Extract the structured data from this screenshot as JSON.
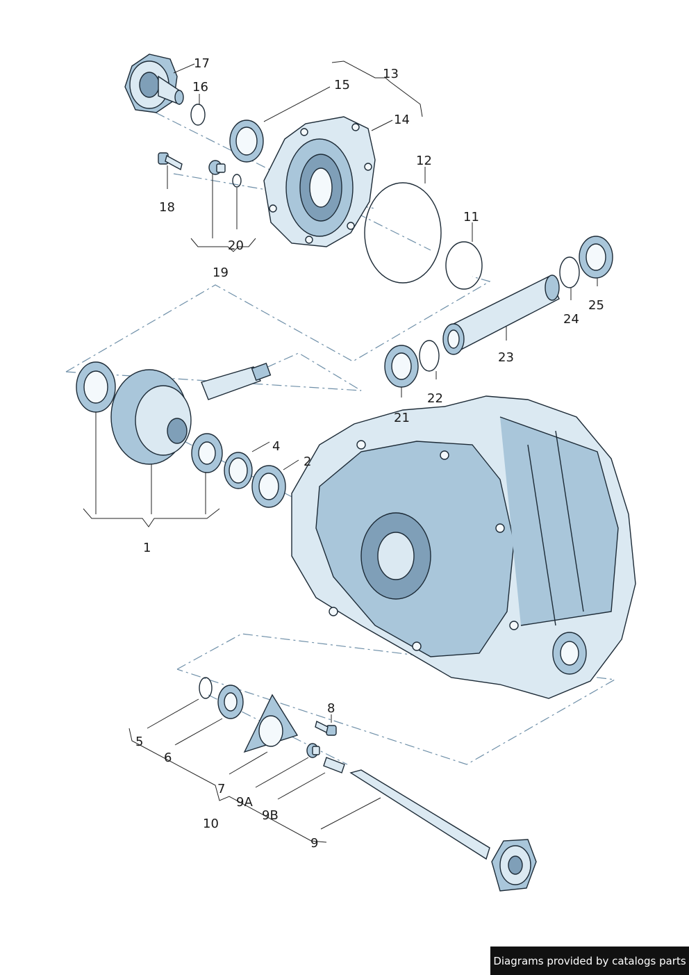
{
  "callouts": {
    "c1": "1",
    "c2": "2",
    "c4": "4",
    "c5": "5",
    "c6": "6",
    "c7": "7",
    "c8": "8",
    "c9": "9",
    "c9a": "9A",
    "c9b": "9B",
    "c10": "10",
    "c11": "11",
    "c12": "12",
    "c13": "13",
    "c14": "14",
    "c15": "15",
    "c16": "16",
    "c17": "17",
    "c18": "18",
    "c19": "19",
    "c20": "20",
    "c21": "21",
    "c22": "22",
    "c23": "23",
    "c24": "24",
    "c25": "25"
  },
  "footer": {
    "credit": "Diagrams provided by catalogs parts"
  },
  "colors": {
    "metal_light": "#dbe9f2",
    "metal_mid": "#a9c6da",
    "metal_dark": "#7f9fb8",
    "outline": "#1c2a36",
    "guide": "#6e8fa8",
    "credit_bg": "#111111"
  }
}
